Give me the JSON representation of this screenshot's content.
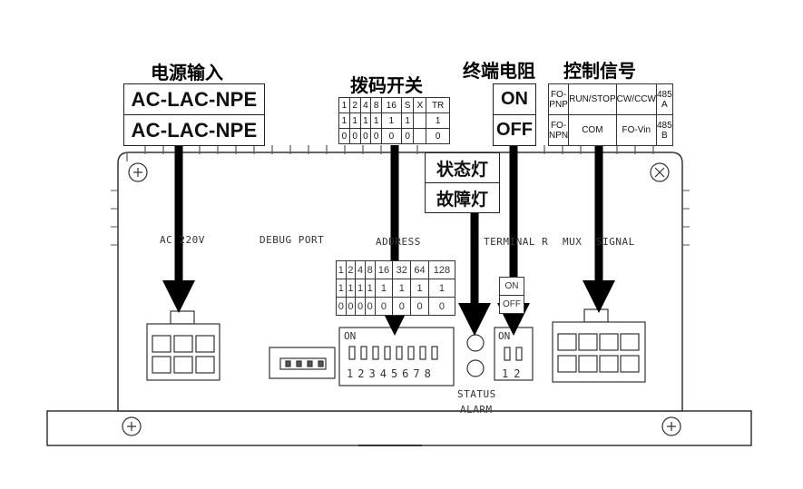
{
  "callouts": {
    "power_input": "电源输入",
    "dip_switch": "拨码开关",
    "termination_resistor": "终端电阻",
    "control_signal": "控制信号",
    "status_lamp": "状态灯",
    "fault_lamp": "故障灯"
  },
  "power_rows": [
    "AC-LAC-NPE",
    "AC-LAC-NPE"
  ],
  "dip_table": [
    [
      "1",
      "2",
      "4",
      "8",
      "16",
      "S",
      "X",
      "TR"
    ],
    [
      "1",
      "1",
      "1",
      "1",
      "1",
      "1",
      "",
      "1"
    ],
    [
      "0",
      "0",
      "0",
      "0",
      "0",
      "0",
      "",
      "0"
    ]
  ],
  "terminal_states": [
    "ON",
    "OFF"
  ],
  "signal_table": [
    [
      "FO-PNP",
      "RUN/STOP",
      "CW/CCW",
      "485 A"
    ],
    [
      "FO-NPN",
      "COM",
      "FO-Vin",
      "485 B"
    ]
  ],
  "panel": {
    "port_labels": {
      "ac": "AC 220V",
      "debug": "DEBUG PORT",
      "address": "ADDRESS",
      "terminal": "TERMINAL R",
      "mux": "MUX",
      "signal": "SIGNAL"
    },
    "address_table": [
      [
        "1",
        "2",
        "4",
        "8",
        "16",
        "32",
        "64",
        "128"
      ],
      [
        "1",
        "1",
        "1",
        "1",
        "1",
        "1",
        "1",
        "1"
      ],
      [
        "0",
        "0",
        "0",
        "0",
        "0",
        "0",
        "0",
        "0"
      ]
    ],
    "term_table": [
      "ON",
      "OFF"
    ],
    "dip8_on": "ON",
    "dip8_numbers": [
      "1",
      "2",
      "3",
      "4",
      "5",
      "6",
      "7",
      "8"
    ],
    "dip2_on": "ON",
    "dip2_numbers": [
      "1",
      "2"
    ],
    "status_led": "STATUS",
    "alarm_led": "ALARM"
  }
}
